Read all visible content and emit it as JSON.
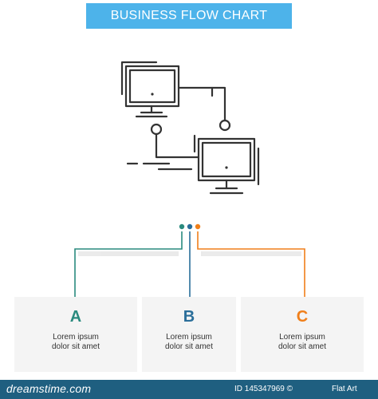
{
  "header": {
    "title": "BUSINESS FLOW CHART"
  },
  "colors": {
    "banner": "#4db3ea",
    "step_a": "#2a8a7e",
    "step_b": "#2a6e9a",
    "step_c": "#f07f1a",
    "icon_stroke": "#333333",
    "footer": "#1f5f80"
  },
  "illustration": {
    "icon": "computer-network-icon",
    "description_visible": false
  },
  "steps": [
    {
      "letter": "A",
      "text": "Lorem ipsum\ndolor sit amet",
      "color": "#2a8a7e"
    },
    {
      "letter": "B",
      "text": "Lorem ipsum\ndolor sit amet",
      "color": "#2a6e9a"
    },
    {
      "letter": "C",
      "text": "Lorem ipsum\ndolor sit amet",
      "color": "#f07f1a"
    }
  ],
  "footer": {
    "brand": "dreamstime.com",
    "id_text": "ID 145347969 © Flat Art",
    "artist": "Flat Art",
    "id_label": "ID 145347969 ©"
  }
}
